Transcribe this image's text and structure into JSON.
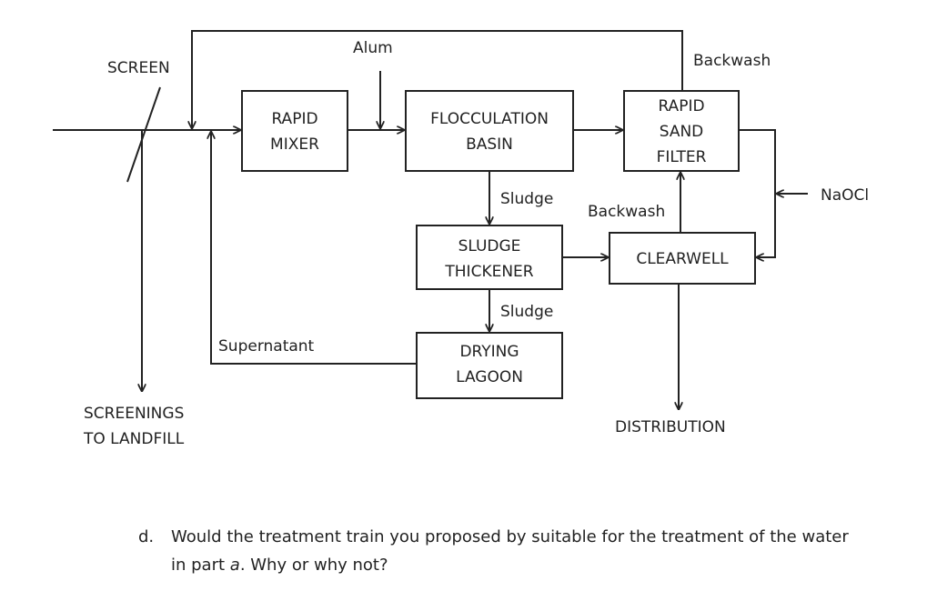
{
  "diagram": {
    "labels": {
      "screen": "SCREEN",
      "alum": "Alum",
      "backwash_top": "Backwash",
      "rapid_mixer": [
        "RAPID",
        "MIXER"
      ],
      "flocculation_basin": [
        "FLOCCULATION",
        "BASIN"
      ],
      "rapid_sand_filter": [
        "RAPID",
        "SAND",
        "FILTER"
      ],
      "sludge_1": "Sludge",
      "backwash_mid": "Backwash",
      "naocl": "NaOCl",
      "sludge_thickener": [
        "SLUDGE",
        "THICKENER"
      ],
      "clearwell": "CLEARWELL",
      "sludge_2": "Sludge",
      "supernatant": "Supernatant",
      "drying_lagoon": [
        "DRYING",
        "LAGOON"
      ],
      "screenings": [
        "SCREENINGS",
        "TO LANDFILL"
      ],
      "distribution": "DISTRIBUTION"
    }
  },
  "question": {
    "letter": "d.",
    "line1": "Would the treatment train you proposed by suitable for the treatment of the water",
    "line2_prefix": "in part ",
    "line2_italic": "a",
    "line2_suffix": ". Why or why not?"
  }
}
